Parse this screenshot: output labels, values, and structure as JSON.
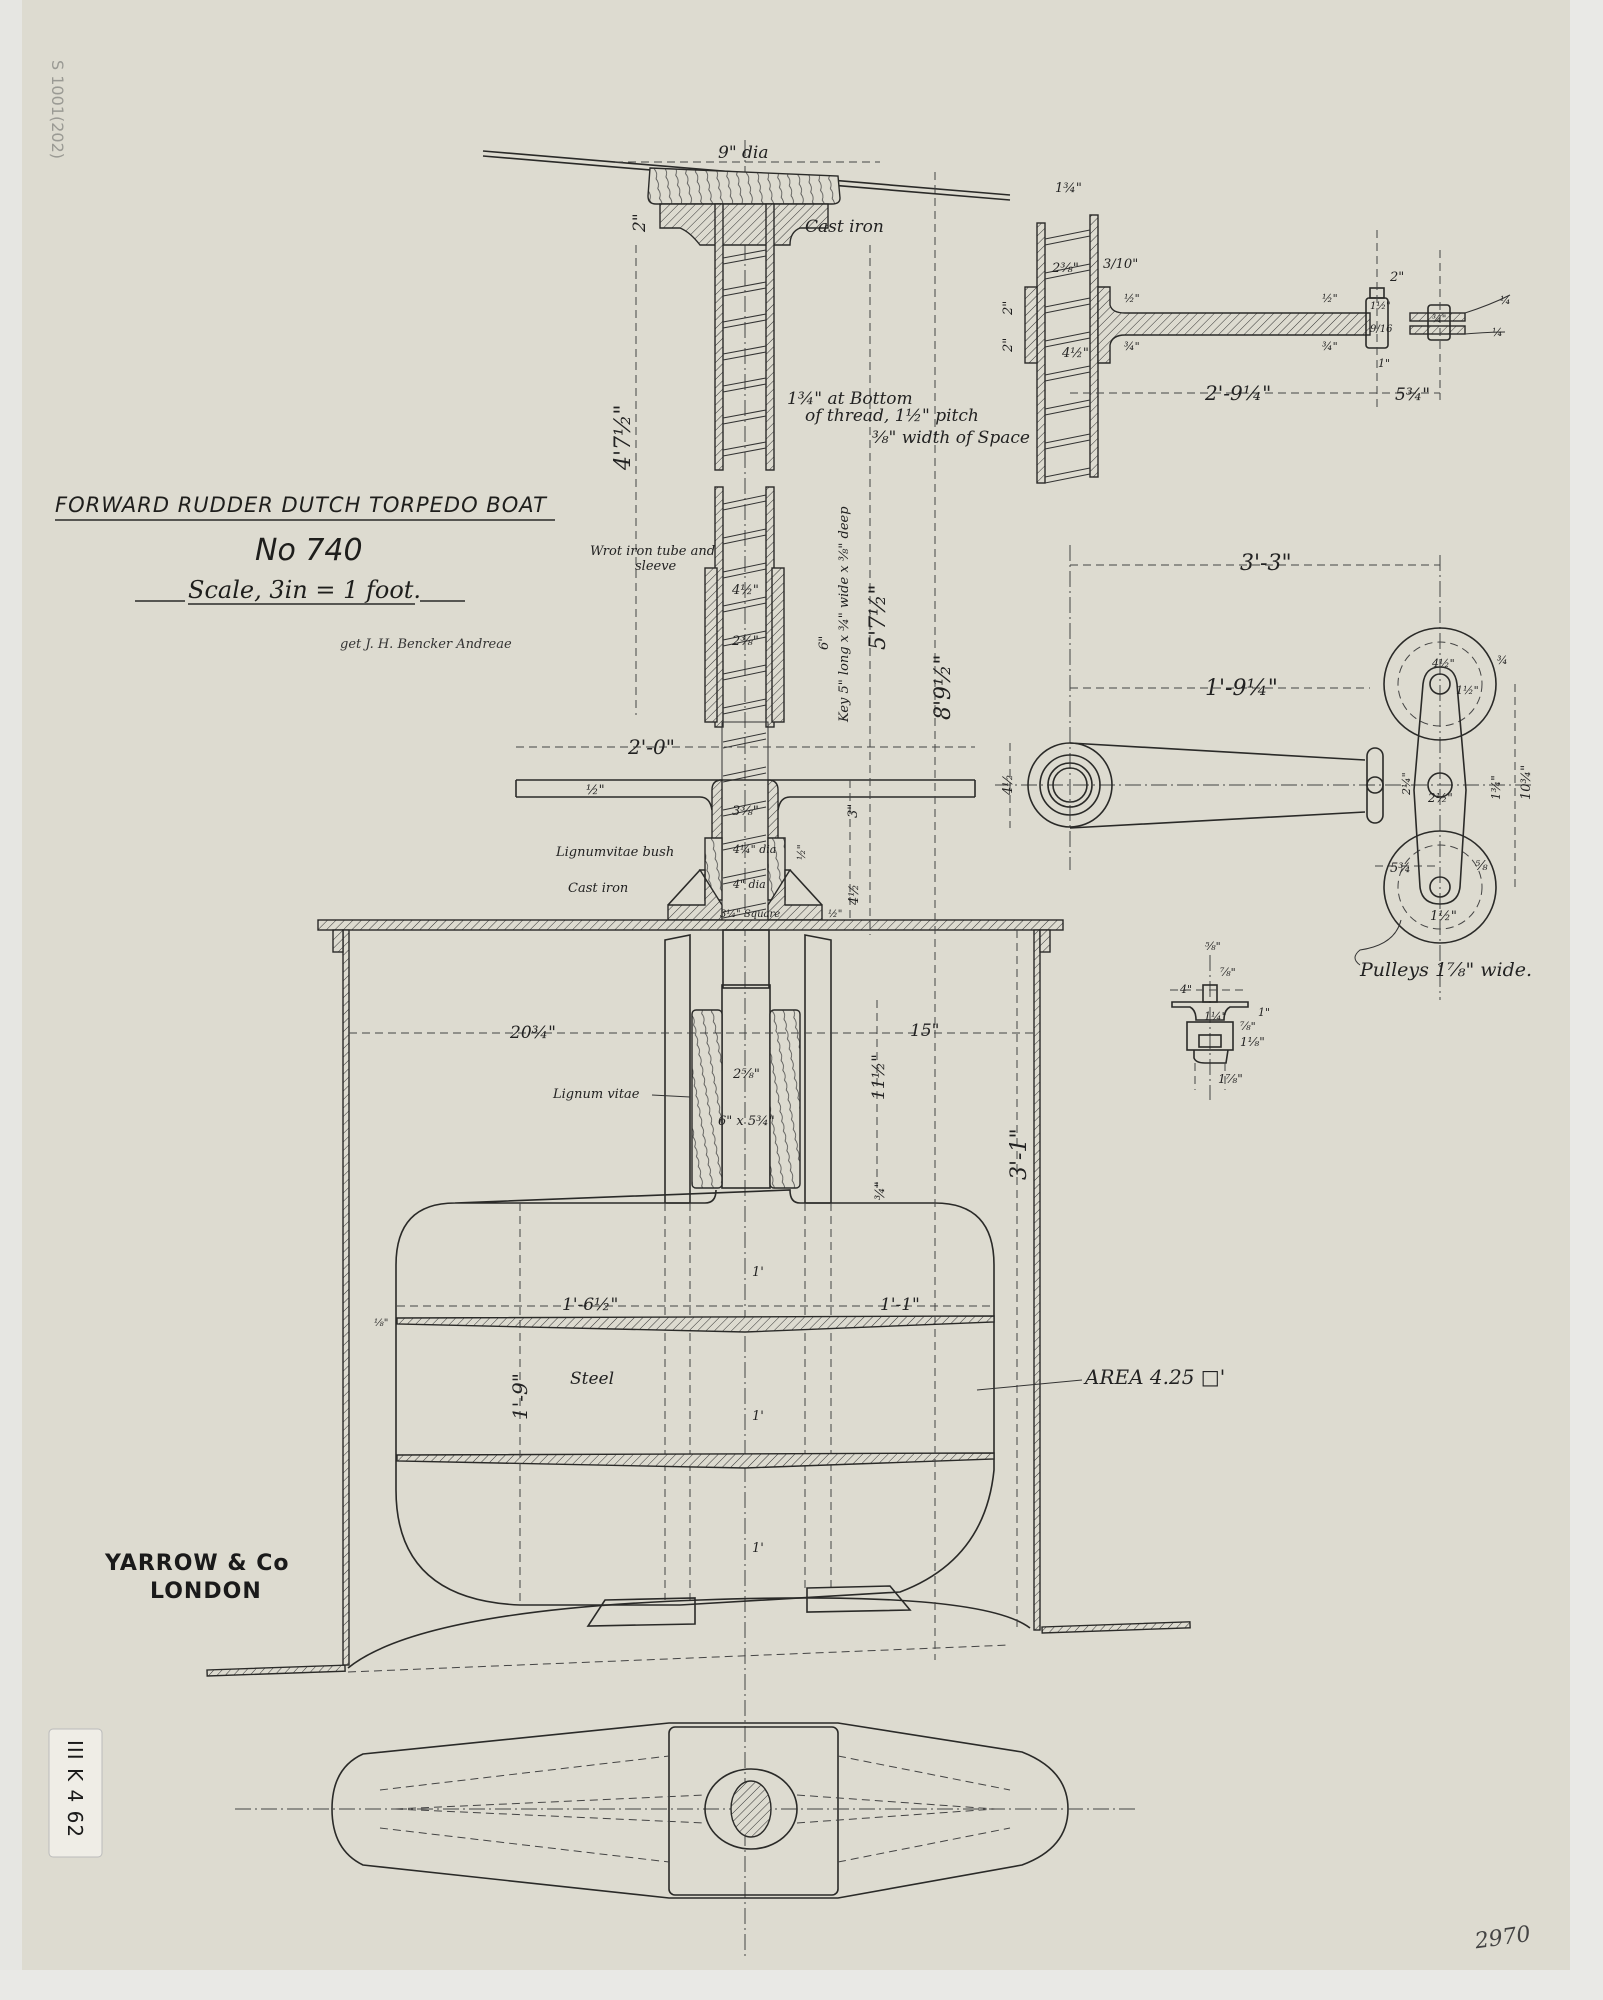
{
  "title": {
    "heading": "FORWARD RUDDER DUTCH TORPEDO BOAT",
    "number": "No 740",
    "scale": "Scale, 3in = 1 foot.",
    "signature": "get J. H. Bencker Andreae"
  },
  "maker": {
    "line1": "YARROW & Co",
    "line2": "LONDON"
  },
  "archive": {
    "pencil_ref": "S 1001(202)",
    "label": "III K 4 62",
    "sheet_number": "2970"
  },
  "section": {
    "cap_dia": "9\" dia",
    "cap_depth": "2\"",
    "cap_note": "Cast iron",
    "thread_note1": "1¾\" at Bottom",
    "thread_note2": "of thread, 1½\" pitch",
    "thread_note3": "⅜\" width of Space",
    "dim_upper": "4'7½\"",
    "dim_mid": "5'7½\"",
    "dim_total": "8'9½\"",
    "tube_note1": "Wrot iron tube and",
    "tube_note2": "sleeve",
    "tube_dia": "4½\"",
    "shaft_dia": "2⅜\"",
    "key_len": "6\"",
    "key_note": "Key 5\" long x ¾\" wide x ⅜\" deep",
    "tiller_len": "2'-0\"",
    "tiller_thk": "½\"",
    "boss_dia": "3⅜\"",
    "boss_h": "3\"",
    "bush_note": "Lignumvitae bush",
    "base_note": "Cast iron",
    "bush_dia": "4¼\" dia",
    "bush_t": "½\"",
    "bore_dia": "4\" dia",
    "base_h": "4½",
    "square": "3¼\" Square",
    "flange_t": "½\"",
    "box_left": "20¾\"",
    "box_right": "15\"",
    "stock_w": "2⅝\"",
    "lignum": "Lignum vitae",
    "block_size": "6\" x 5¾\"",
    "block_h": "11½\"",
    "gap": "¾\"",
    "box_h": "3'-1\"",
    "blade_left": "1'-6½\"",
    "blade_right": "1'-1\"",
    "blade_h": "1'-9\"",
    "steel": "Steel",
    "area": "AREA 4.25 □'",
    "pitch1": "1'",
    "pitch2": "1'",
    "pitch3": "1'",
    "rib_t": "⅛\""
  },
  "arm_detail": {
    "bore": "1¾\"",
    "shaft": "2⅜\"",
    "wall": "3/10\"",
    "collar_up": "2\"",
    "collar_dn": "2\"",
    "hub": "4½\"",
    "arm_t1": "½\"",
    "arm_t2": "¾\"",
    "arm_t3": "½\"",
    "arm_t4": "¾\"",
    "bolt_sp": "2\"",
    "bolt_w": "1½\"",
    "bolt_d": "9/16",
    "bolt_off": "1\"",
    "plate_t1": "¼",
    "plate_t2": "¼",
    "plate_w": "¾\"",
    "len": "2'-9¼\"",
    "len2": "5¾\""
  },
  "pulley_detail": {
    "overall": "3'-3\"",
    "lever": "1'-9¼\"",
    "boss": "4½",
    "p_hub": "4½\"",
    "p_rim": "¾",
    "p_pin": "1½\"",
    "slot": "2¼\"",
    "pin": "2½\"",
    "link_w": "1¾\"",
    "centres": "10¾\"",
    "offset": "5¾",
    "rim2": "⅝",
    "pin2": "1½\"",
    "note": "Pulleys 1⅞\" wide."
  },
  "bracket_detail": {
    "a": "⅝\"",
    "b": "⅞\"",
    "c": "4\"",
    "d": "1¼\"",
    "e": "1\"",
    "f": "⅞\"",
    "g": "1⅛\"",
    "h": "1⅞\""
  },
  "colors": {
    "paper": "#dddbd0",
    "ink": "#2a2a28"
  }
}
